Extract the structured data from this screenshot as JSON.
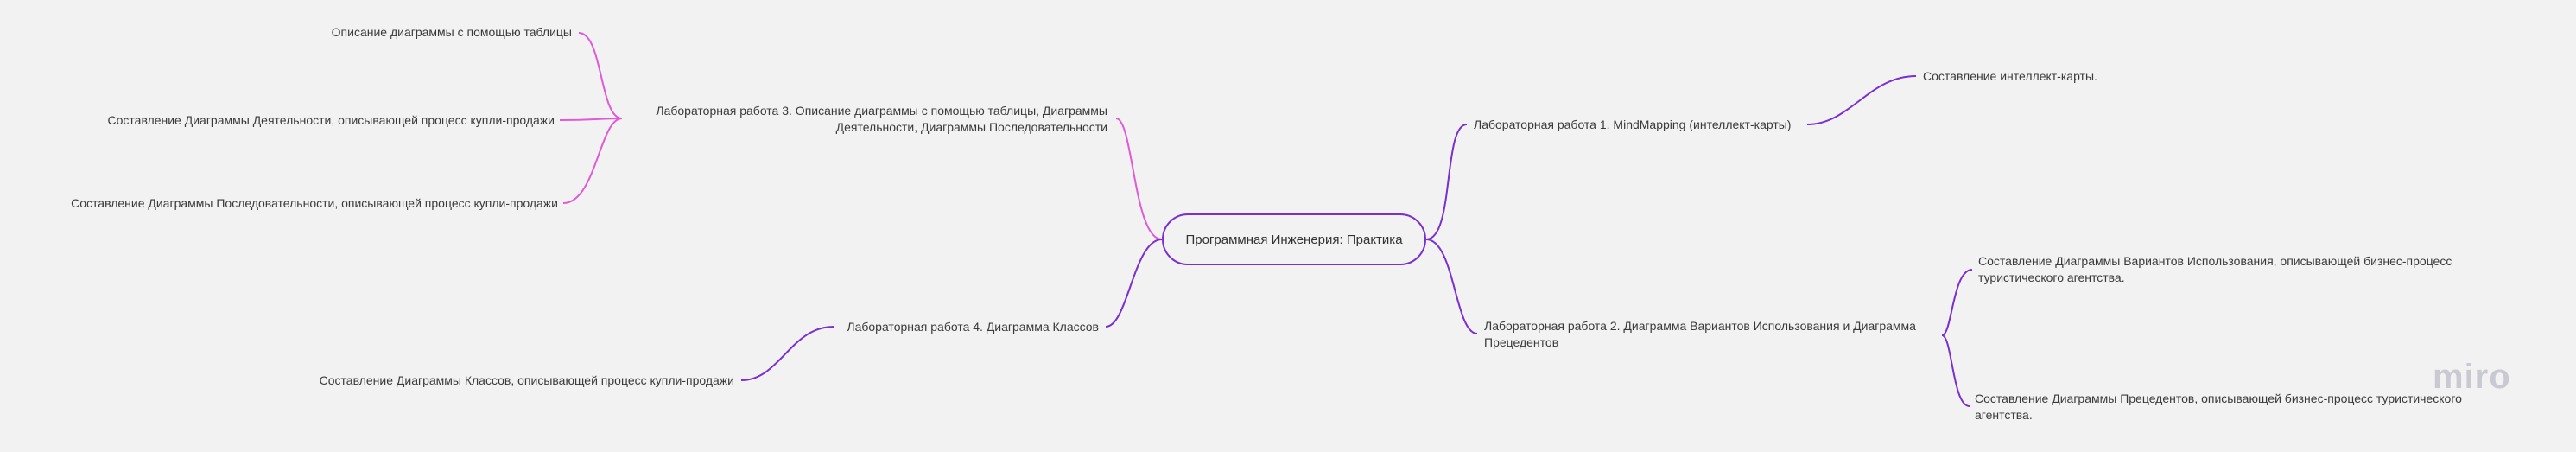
{
  "root": {
    "label": "Программная Инженерия: Практика"
  },
  "colors": {
    "pink": "#e05ad8",
    "purple": "#7b2fd0",
    "root_border": "#7b2fd0"
  },
  "branches": {
    "lab3": {
      "label": "Лабораторная работа  3. Описание диаграммы с помощью таблицы, Диаграммы Деятельности, Диаграммы Последовательности",
      "children": [
        "Описание диаграммы с помощью таблицы",
        "Составление Диаграммы Деятельности, описывающей  процесс купли-продажи",
        "Составление Диаграммы Последовательности, описывающей процесс купли-продажи"
      ]
    },
    "lab4": {
      "label": "Лабораторная работа 4. Диаграмма Классов",
      "children": [
        "Составление Диаграммы Классов, описывающей процесс купли-продажи"
      ]
    },
    "lab1": {
      "label": "Лабораторная работа 1. MindMapping (интеллект-карты)",
      "children": [
        "Составление интеллект-карты."
      ]
    },
    "lab2": {
      "label": "Лабораторная работа 2. Диаграмма Вариантов Использования и Диаграмма Прецедентов",
      "children": [
        "Составление Диаграммы Вариантов Использования, описывающей бизнес-процесс туристического агентства.",
        "Составление Диаграммы Прецедентов, описывающей бизнес-процесс туристического агентства."
      ]
    }
  },
  "watermark": "miro"
}
